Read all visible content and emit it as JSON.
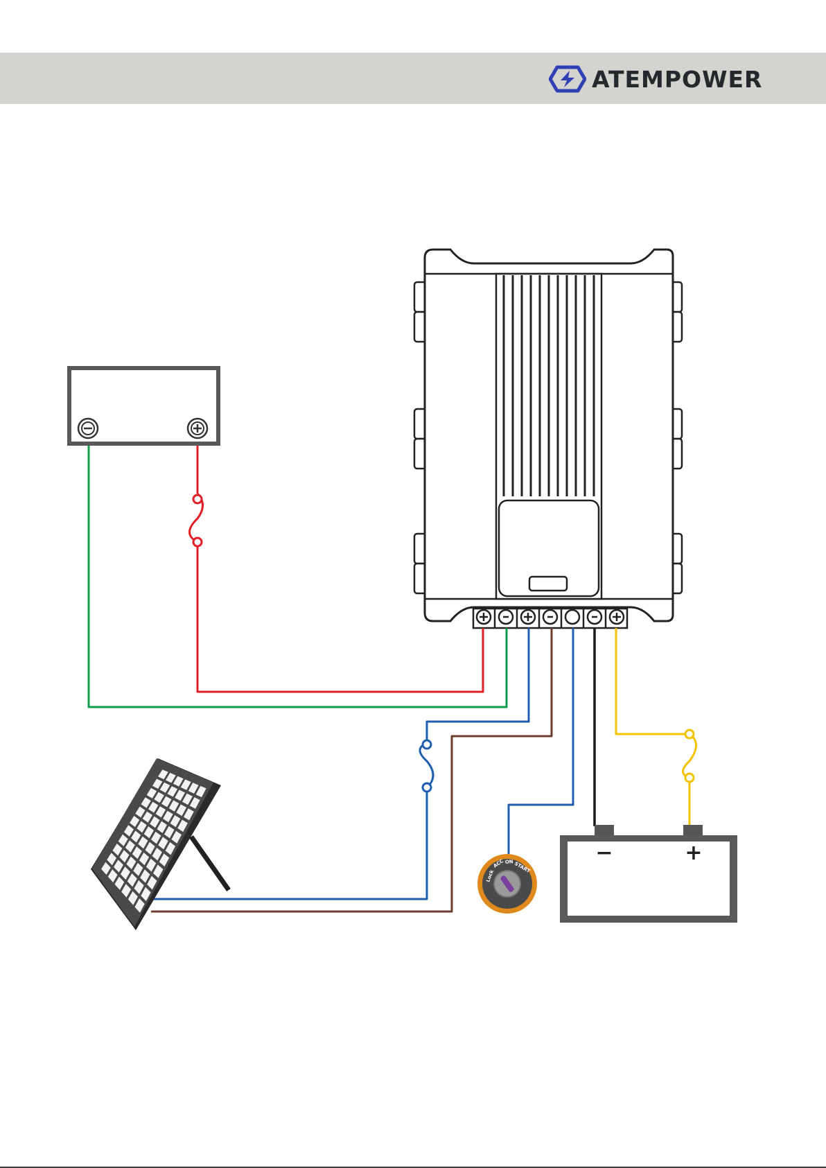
{
  "brand": {
    "name": "ATEMPOWER"
  },
  "battery": {
    "negative_symbol": "−",
    "positive_symbol": "+"
  },
  "ignition": {
    "positions": [
      "Lock",
      "ACC",
      "ON",
      "START"
    ]
  },
  "colors": {
    "red_wire": "#e01f26",
    "green_wire": "#0c9a4b",
    "blue_wire": "#1f5fae",
    "brown_wire": "#6b3d2e",
    "black_wire": "#1b1b1b",
    "yellow_wire": "#f2c300",
    "logo_accent": "#2f3fb4",
    "header_band": "#d3d3cf",
    "ignition_ring": "#e08a1e"
  }
}
